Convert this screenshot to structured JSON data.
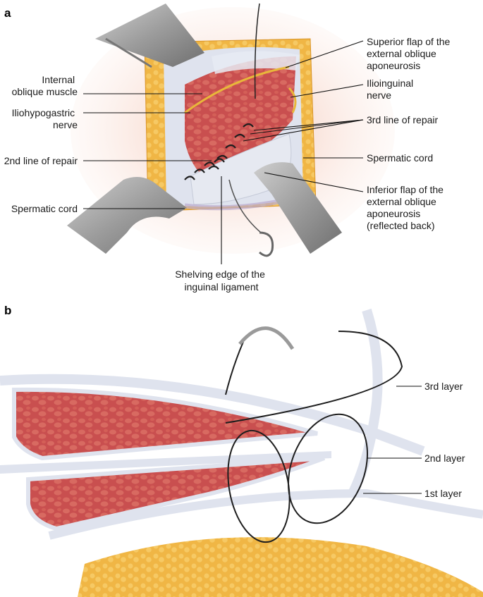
{
  "panels": {
    "a": {
      "letter": "a",
      "labels": {
        "superior_flap": [
          "Superior flap of the",
          "external oblique",
          "aponeurosis"
        ],
        "ilioinguinal": [
          "Ilioinguinal",
          "nerve"
        ],
        "third_line": [
          "3rd line of repair"
        ],
        "spermatic_cord_right": [
          "Spermatic cord"
        ],
        "inferior_flap": [
          "Inferior flap of the",
          "external oblique",
          "aponeurosis",
          "(reflected back)"
        ],
        "internal_oblique": [
          "Internal",
          "oblique muscle"
        ],
        "iliohypogastric": [
          "Iliohypogastric",
          "nerve"
        ],
        "second_line": [
          "2nd line of repair"
        ],
        "spermatic_cord_left": [
          "Spermatic cord"
        ],
        "shelving_edge": [
          "Shelving edge of the",
          "inguinal ligament"
        ]
      }
    },
    "b": {
      "letter": "b",
      "labels": {
        "third_layer": "3rd layer",
        "second_layer": "2nd layer",
        "first_layer": "1st layer"
      }
    }
  },
  "colors": {
    "muscle": "#c94f4f",
    "muscle_light": "#e07a6e",
    "fat": "#f0b645",
    "skin": "#efb7a4",
    "aponeurosis": "#dfe3ee",
    "retractor": "#a9a9a9",
    "nerve": "#e8b73a",
    "suture": "#1e1e1e"
  }
}
